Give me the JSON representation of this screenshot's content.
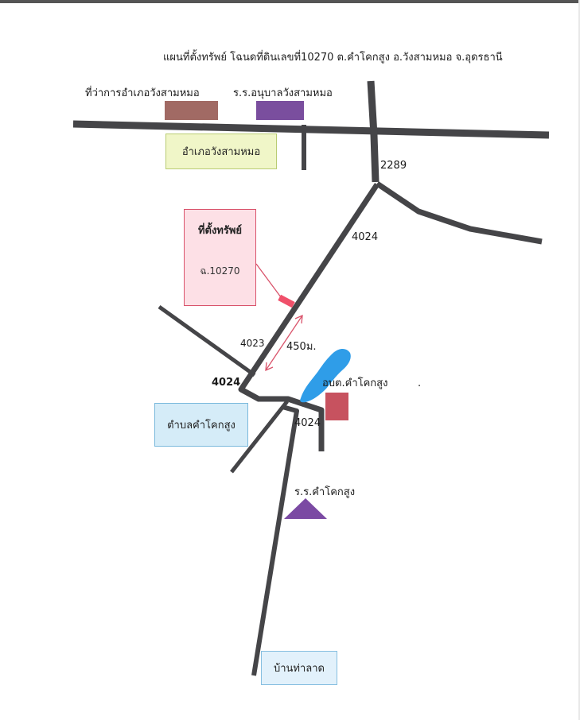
{
  "title": "แผนที่ตั้งทรัพย์ โฉนดที่ดินเลขที่10270  ต.คำโคกสูง  อ.วังสามหมอ  จ.อุดรธานี",
  "places": {
    "district_office": "ที่ว่าการอำเภอวังสามหมอ",
    "kindergarten": "ร.ร.อนุบาลวังสามหมอ",
    "district": "อำเภอวังสามหมอ",
    "subdistrict": "ตำบลคำโคกสูง",
    "tao": "อบต.คำโคกสูง",
    "school": "ร.ร.คำโคกสูง",
    "village": "บ้านท่าลาด",
    "dot": "."
  },
  "property": {
    "title": "ที่ตั้งทรัพย์",
    "deed": "ฉ.10270"
  },
  "roads": {
    "r2289": "2289",
    "r4024_upper": "4024",
    "r4023": "4023",
    "r4024_junction": "4024",
    "r4024_lower": "4024"
  },
  "distance": "450ม.",
  "colors": {
    "road": "#454548",
    "district_office": "#a16a64",
    "kindergarten": "#7a4e9e",
    "district_bg": "#f0f6c8",
    "district_border": "#b9cc73",
    "property_bg": "#fde0e6",
    "property_border": "#d9536b",
    "property_marker": "#f0506a",
    "pond": "#2f9de8",
    "tao": "#c7525f",
    "school": "#7b4aa3",
    "subdistrict_bg": "#d5ecf8",
    "subdistrict_border": "#7ab9dc",
    "village_bg": "#e2f1fb",
    "village_border": "#86bfe0",
    "arrow": "#d9536b"
  }
}
